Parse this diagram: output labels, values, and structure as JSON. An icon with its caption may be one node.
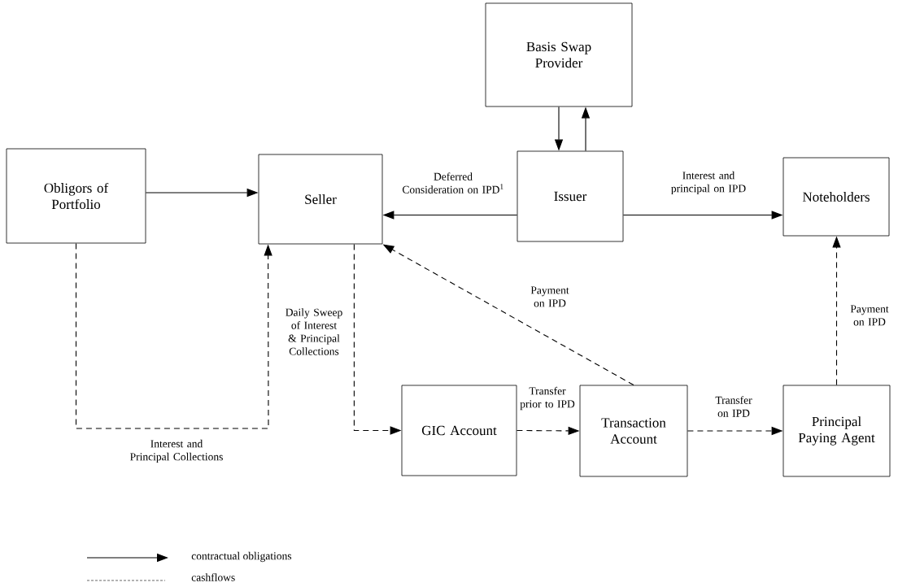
{
  "diagram": {
    "nodes": [
      {
        "text": [
          "Basis Swap Provider"
        ]
      },
      {
        "text": [
          "Obligors of Portfolio"
        ]
      },
      {
        "text": [
          "Seller"
        ]
      },
      {
        "text": [
          "Issuer"
        ]
      },
      {
        "text": [
          "Noteholders"
        ]
      },
      {
        "text": [
          "GIC Account"
        ]
      },
      {
        "text": [
          "Transaction Account"
        ]
      },
      {
        "text": [
          "Principal Paying Agent"
        ]
      }
    ],
    "edges": [
      {
        "from": 0,
        "to": 3,
        "arrow": "to"
      },
      {
        "from": 3,
        "to": 0,
        "arrow": "to"
      },
      {
        "from": 1,
        "to": 2,
        "arrow": "to"
      },
      {
        "from": 3,
        "to": 2,
        "arrow": "to",
        "label": "Deferred Consideration on IPD$^{1}$"
      },
      {
        "from": 3,
        "to": 4,
        "arrow": "to",
        "label": "Interest and principal on IPD"
      },
      {
        "from": 1,
        "to": 2,
        "arrow": "to",
        "style": "dashed",
        "label": "Interest and Principal Collections"
      },
      {
        "from": 2,
        "to": 5,
        "arrow": "to",
        "style": "dashed",
        "label": "Daily Sweep of Interest & Principal Collections"
      },
      {
        "from": 6,
        "to": 2,
        "arrow": "to",
        "style": "dashed",
        "label": "Payment on IPD"
      },
      {
        "from": 5,
        "to": 6,
        "arrow": "to",
        "style": "dashed",
        "label": "Transfer prior to IPD"
      },
      {
        "from": 6,
        "to": 7,
        "arrow": "to",
        "style": "dashed",
        "label": "Transfer on IPD"
      },
      {
        "from": 7,
        "to": 4,
        "arrow": "to",
        "style": "dashed",
        "label": "Payment on IPD"
      }
    ],
    "legend": [
      {
        "text": "contractual obligations"
      },
      {
        "text": "cashflows"
      }
    ]
  }
}
